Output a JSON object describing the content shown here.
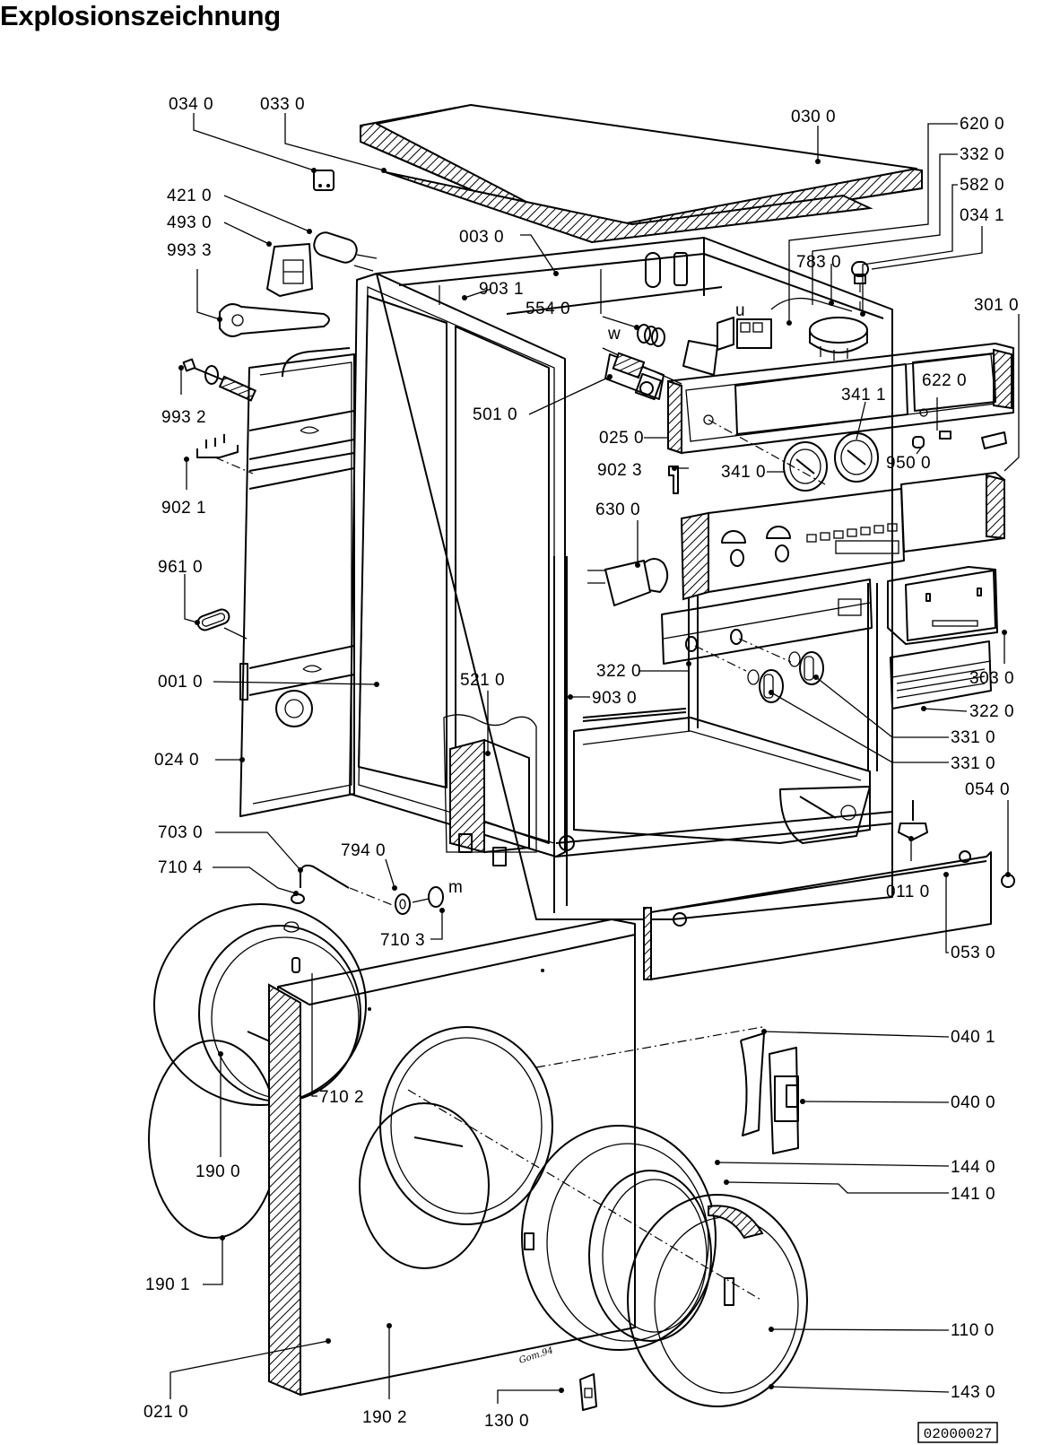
{
  "title": "Explosionszeichnung",
  "drawing_number": "02000027",
  "signature": "Gom.94",
  "wire_markers": {
    "u": "u",
    "w": "w",
    "m": "m"
  },
  "parts": [
    {
      "id": "034_0",
      "label": "034  0",
      "description": "clip/bracket (top left)"
    },
    {
      "id": "033_0",
      "label": "033  0",
      "description": "insulation mat under worktop"
    },
    {
      "id": "030_0",
      "label": "030  0",
      "description": "worktop / top cover"
    },
    {
      "id": "620_0",
      "label": "620  0",
      "description": "control component"
    },
    {
      "id": "332_0",
      "label": "332  0",
      "description": "control component"
    },
    {
      "id": "582_0",
      "label": "582  0",
      "description": "control component"
    },
    {
      "id": "034_1",
      "label": "034  1",
      "description": "plug/cap"
    },
    {
      "id": "421_0",
      "label": "421  0",
      "description": "capacitor / suppressor"
    },
    {
      "id": "493_0",
      "label": "493  0",
      "description": "terminal block"
    },
    {
      "id": "993_3",
      "label": "993  3",
      "description": "wrench / spanner"
    },
    {
      "id": "003_0",
      "label": "003  0",
      "description": "cabinet"
    },
    {
      "id": "903_1",
      "label": "903 1",
      "description": "screw"
    },
    {
      "id": "783_0",
      "label": "783 0",
      "description": "wire / cable"
    },
    {
      "id": "554_0",
      "label": "554 0",
      "description": "coil / suppressor"
    },
    {
      "id": "301_0",
      "label": "301  0",
      "description": "control panel housing"
    },
    {
      "id": "993_2",
      "label": "993  2",
      "description": "transport bolt"
    },
    {
      "id": "501_0",
      "label": "501  0",
      "description": "thermostat / heater block"
    },
    {
      "id": "341_1",
      "label": "341 1",
      "description": "knob dial"
    },
    {
      "id": "622_0",
      "label": "622  0",
      "description": "switch"
    },
    {
      "id": "025_0",
      "label": "025  0",
      "description": "panel frame"
    },
    {
      "id": "902_1",
      "label": "902  1",
      "description": "hinge bracket"
    },
    {
      "id": "902_3",
      "label": "902  3",
      "description": "clip"
    },
    {
      "id": "341_0",
      "label": "341  0",
      "description": "knob dial"
    },
    {
      "id": "950_0",
      "label": "950  0",
      "description": "lamp"
    },
    {
      "id": "630_0",
      "label": "630  0",
      "description": "door interlock"
    },
    {
      "id": "961_0",
      "label": "961  0",
      "description": "gasket ring"
    },
    {
      "id": "322_0a",
      "label": "322  0",
      "description": "facia panel"
    },
    {
      "id": "903_0",
      "label": "903  0",
      "description": "screw"
    },
    {
      "id": "001_0",
      "label": "001  0",
      "description": "side panel"
    },
    {
      "id": "521_0",
      "label": "521  0",
      "description": "heater element block"
    },
    {
      "id": "303_0",
      "label": "303  0",
      "description": "detergent drawer"
    },
    {
      "id": "322_0b",
      "label": "322  0",
      "description": "instruction label"
    },
    {
      "id": "331_0a",
      "label": "331  0",
      "description": "knob"
    },
    {
      "id": "331_0b",
      "label": "331  0",
      "description": "knob"
    },
    {
      "id": "024_0",
      "label": "024  0",
      "description": "rear panel"
    },
    {
      "id": "054_0",
      "label": "054  0",
      "description": "screw cap"
    },
    {
      "id": "703_0",
      "label": "703  0",
      "description": "hose"
    },
    {
      "id": "710_4",
      "label": "710  4",
      "description": "washer"
    },
    {
      "id": "794_0",
      "label": "794  0",
      "description": "roller"
    },
    {
      "id": "710_3",
      "label": "710 3",
      "description": "screw"
    },
    {
      "id": "011_0",
      "label": "011  0",
      "description": "adjustable foot"
    },
    {
      "id": "053_0",
      "label": "053  0",
      "description": "kick plate"
    },
    {
      "id": "710_2",
      "label": "710  2",
      "description": "screw"
    },
    {
      "id": "040_1",
      "label": "040  1",
      "description": "door hinge"
    },
    {
      "id": "040_0",
      "label": "040  0",
      "description": "hinge plate"
    },
    {
      "id": "190_0",
      "label": "190  0",
      "description": "door bellows / gasket"
    },
    {
      "id": "144_0",
      "label": "144  0",
      "description": "door inner frame"
    },
    {
      "id": "141_0",
      "label": "141  0",
      "description": "door glass"
    },
    {
      "id": "190_1",
      "label": "190  1",
      "description": "seal ring"
    },
    {
      "id": "110_0",
      "label": "110  0",
      "description": "door handle"
    },
    {
      "id": "143_0",
      "label": "143  0",
      "description": "door outer ring"
    },
    {
      "id": "021_0",
      "label": "021  0",
      "description": "front panel"
    },
    {
      "id": "190_2",
      "label": "190  2",
      "description": "seal ring"
    },
    {
      "id": "130_0",
      "label": "130  0",
      "description": "door catch"
    }
  ]
}
